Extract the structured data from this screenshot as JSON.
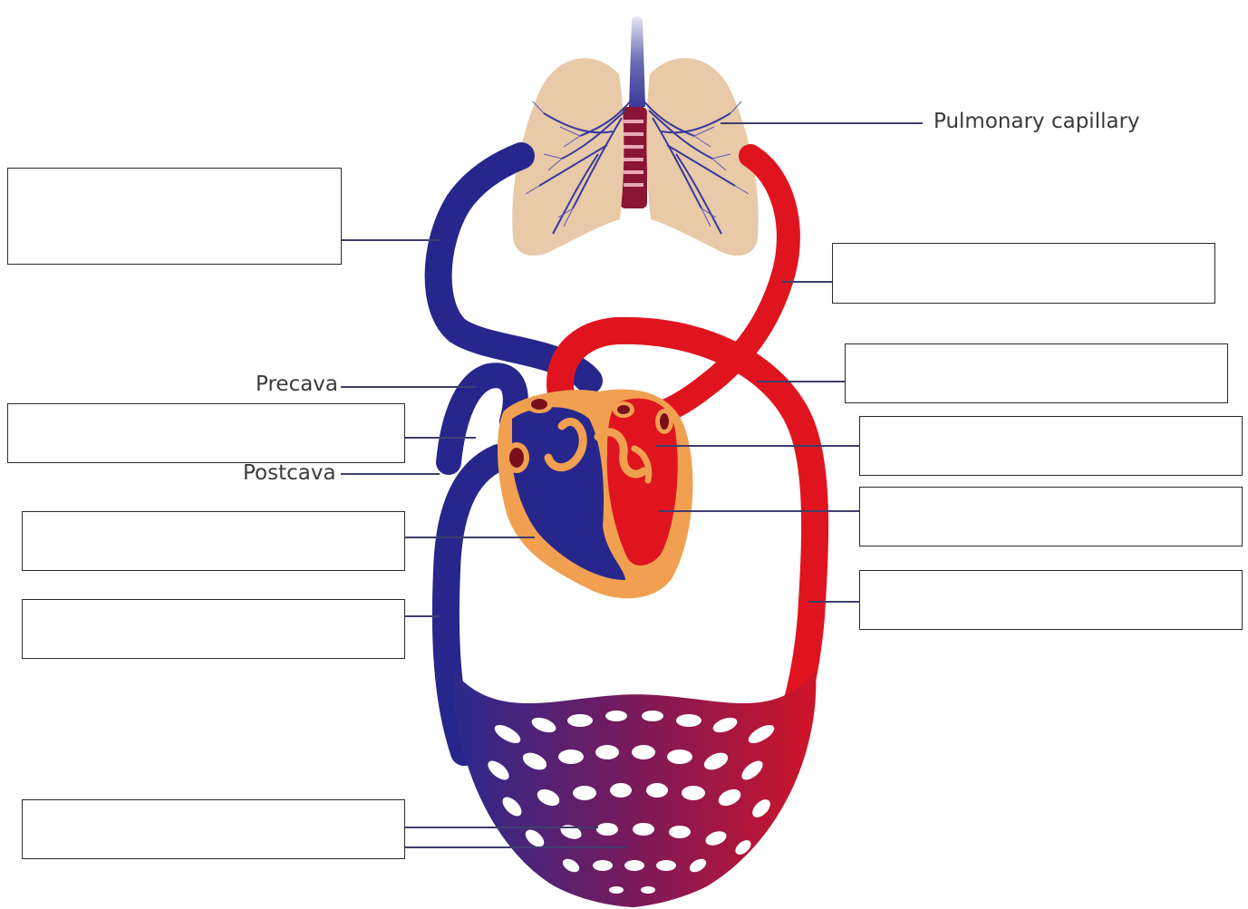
{
  "labels": {
    "pulmonary_capillary": "Pulmonary capillary",
    "precava": "Precava",
    "postcava": "Postcava"
  },
  "answer_boxes": [
    "",
    "",
    "",
    "",
    "",
    "",
    "",
    "",
    "",
    ""
  ],
  "colors": {
    "oxygenated_red": "#e0141f",
    "deoxygenated_blue": "#27268c",
    "capillary_purple": "#7a1a5a",
    "lung_tan": "#e8c9a8",
    "heart_orange": "#f0a050",
    "leader_line": "#3e3e6e",
    "box_border": "#2a2a2a"
  }
}
